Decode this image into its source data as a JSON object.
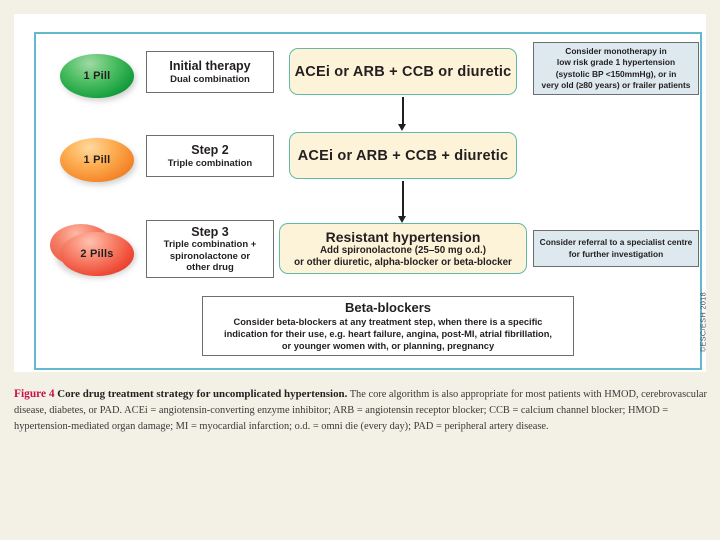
{
  "figure": {
    "copyright": "©ESC/ESH 2018",
    "rows": [
      {
        "pill_label": "1 Pill",
        "pill_color": "#17a03f",
        "pill_count": 1,
        "step_title": "Initial therapy",
        "step_sub": "Dual combination",
        "treatment": "ACEi or ARB + CCB or diuretic"
      },
      {
        "pill_label": "1 Pill",
        "pill_color": "#f4872a",
        "pill_count": 1,
        "step_title": "Step 2",
        "step_sub": "Triple combination",
        "treatment": "ACEi or ARB + CCB + diuretic"
      },
      {
        "pill_label": "2 Pills",
        "pill_color": "#ef4b36",
        "pill_count": 2,
        "step_title": "Step 3",
        "step_sub_line1": "Triple combination +",
        "step_sub_line2": "spironolactone or",
        "step_sub_line3": "other drug",
        "treatment_title": "Resistant hypertension",
        "treatment_sub_line1": "Add spironolactone (25–50 mg o.d.)",
        "treatment_sub_line2": "or other diuretic, alpha-blocker or beta-blocker"
      }
    ],
    "note_monotherapy": {
      "line1": "Consider monotherapy in",
      "line2": "low risk grade 1 hypertension",
      "line3": "(systolic BP <150mmHg), or in",
      "line4": "very old (≥80 years) or frailer patients"
    },
    "note_referral": {
      "line1": "Consider referral to a specialist centre",
      "line2": "for further investigation"
    },
    "beta_blockers": {
      "title": "Beta-blockers",
      "line1": "Consider beta-blockers at any treatment step, when there is a specific",
      "line2": "indication for their use, e.g. heart failure, angina, post-MI, atrial fibrillation,",
      "line3": "or younger women with, or planning, pregnancy"
    }
  },
  "caption": {
    "figure_number": "Figure 4",
    "figure_title": "Core drug treatment strategy for uncomplicated hypertension.",
    "body": " The core algorithm is also appropriate for most patients with HMOD, cerebrovascular disease, diabetes, or PAD. ACEi = angiotensin-converting enzyme inhibitor; ARB = angiotensin receptor blocker; CCB = calcium channel blocker; HMOD = hypertension-mediated organ damage; MI = myocardial infarction; o.d. = omni die (every day); PAD = peripheral artery disease."
  }
}
